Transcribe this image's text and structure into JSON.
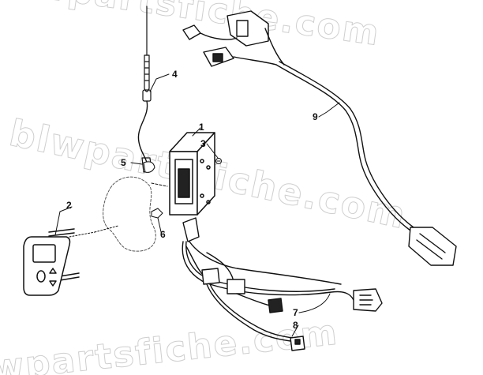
{
  "watermarks": [
    "blwpartsfiche.com",
    "blwpartsfiche.com",
    "blwpartsfiche.com"
  ],
  "callouts": [
    "1",
    "2",
    "3",
    "4",
    "5",
    "6",
    "7",
    "8",
    "9"
  ],
  "diagram": {
    "parts": [
      "receiver-module",
      "wrist-remote",
      "screw",
      "antenna",
      "clamp",
      "nut",
      "main-harness",
      "harness-lead",
      "extension-harness"
    ]
  }
}
